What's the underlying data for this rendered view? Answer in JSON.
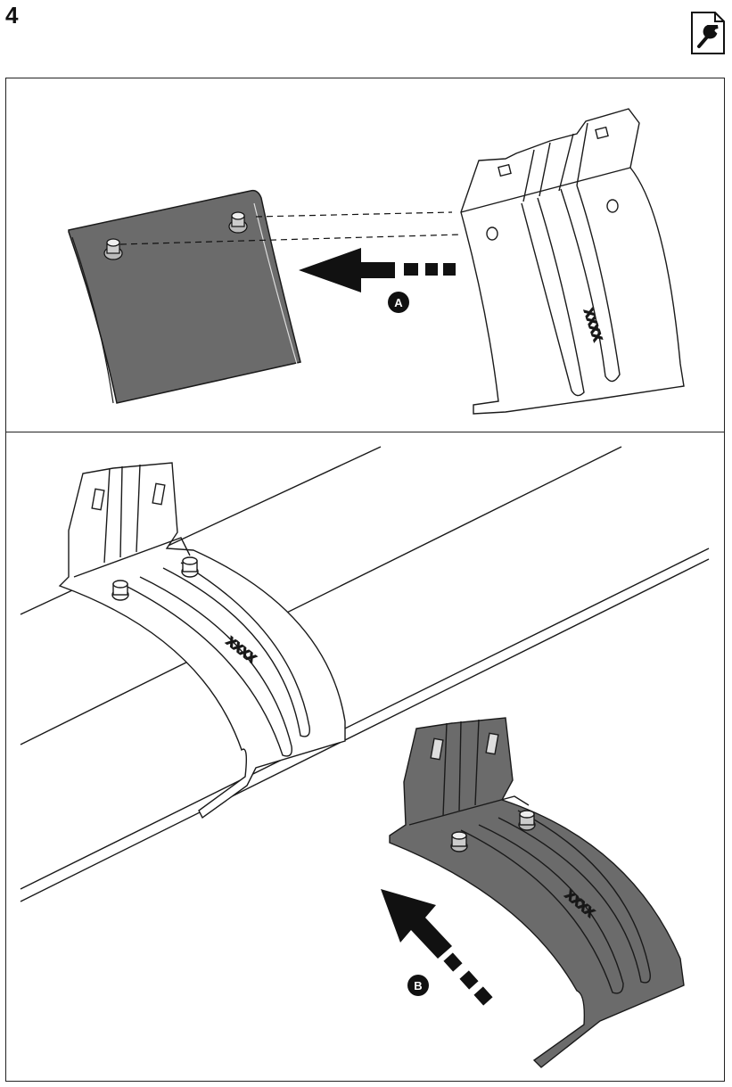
{
  "step": {
    "number": "4"
  },
  "icons": {
    "tool": "wrench-document-icon"
  },
  "top_panel": {
    "callout": "A",
    "part_marking": "XXXX"
  },
  "bottom_panel": {
    "callout": "B",
    "part_marking_left": "XXXX",
    "part_marking_right": "XXXX"
  },
  "colors": {
    "shaded_part": "#6b6b6b",
    "line": "#1a1a1a",
    "background": "#ffffff"
  }
}
